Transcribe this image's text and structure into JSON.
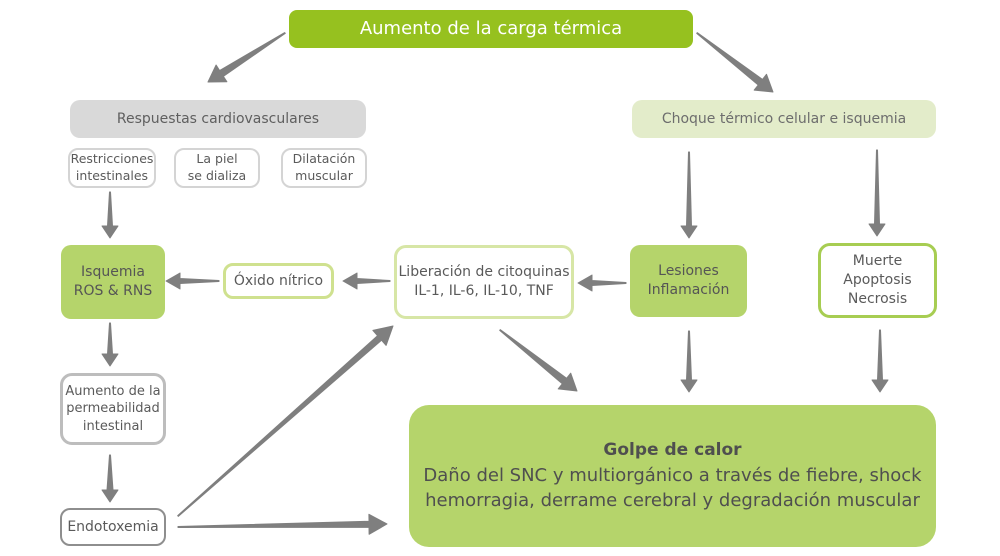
{
  "diagram": {
    "title_node": "Aumento de la carga térmica",
    "left_branch": {
      "header": "Respuestas cardiovasculares",
      "sub_nodes": [
        {
          "lines": [
            "Restricciones",
            "intestinales"
          ]
        },
        {
          "lines": [
            "La piel",
            "se dializa"
          ]
        },
        {
          "lines": [
            "Dilatación",
            "muscular"
          ]
        }
      ]
    },
    "right_branch": {
      "header": "Choque térmico celular e isquemia"
    },
    "nodes": {
      "isquemia": {
        "lines": [
          "Isquemia",
          "ROS & RNS"
        ]
      },
      "oxido": {
        "lines": [
          "Óxido nítrico"
        ]
      },
      "liberacion": {
        "lines": [
          "Liberación de citoquinas",
          "IL-1, IL-6, IL-10, TNF"
        ]
      },
      "lesiones": {
        "lines": [
          "Lesiones",
          "Inflamación"
        ]
      },
      "muerte": {
        "lines": [
          "Muerte",
          "Apoptosis",
          "Necrosis"
        ]
      },
      "permeabilidad": {
        "lines": [
          "Aumento de la",
          "permeabilidad",
          "intestinal"
        ]
      },
      "endotoxemia": {
        "lines": [
          "Endotoxemia"
        ]
      }
    },
    "outcome": {
      "title": "Golpe de calor",
      "lines": [
        "Daño del SNC y multiorgánico a través de fiebre, shock",
        "hemorragia, derrame cerebral y degradación muscular"
      ]
    },
    "edges": [
      {
        "from": "Aumento de la carga térmica",
        "to": "Respuestas cardiovasculares"
      },
      {
        "from": "Aumento de la carga térmica",
        "to": "Choque térmico celular e isquemia"
      },
      {
        "from": "Restricciones intestinales",
        "to": "Isquemia ROS & RNS"
      },
      {
        "from": "Isquemia ROS & RNS",
        "to": "Aumento de la permeabilidad intestinal"
      },
      {
        "from": "Aumento de la permeabilidad intestinal",
        "to": "Endotoxemia"
      },
      {
        "from": "Endotoxemia",
        "to": "Liberación de citoquinas"
      },
      {
        "from": "Endotoxemia",
        "to": "Golpe de calor"
      },
      {
        "from": "Óxido nítrico",
        "to": "Isquemia ROS & RNS"
      },
      {
        "from": "Liberación de citoquinas",
        "to": "Óxido nítrico"
      },
      {
        "from": "Lesiones Inflamación",
        "to": "Liberación de citoquinas"
      },
      {
        "from": "Liberación de citoquinas",
        "to": "Golpe de calor"
      },
      {
        "from": "Choque térmico celular e isquemia",
        "to": "Lesiones Inflamación"
      },
      {
        "from": "Choque térmico celular e isquemia",
        "to": "Muerte Apoptosis Necrosis"
      },
      {
        "from": "Lesiones Inflamación",
        "to": "Golpe de calor"
      },
      {
        "from": "Muerte Apoptosis Necrosis",
        "to": "Golpe de calor"
      }
    ],
    "colors": {
      "primary_green": "#96c11f",
      "mid_green": "#b5d46b",
      "pale_green": "#e3ecca",
      "grey_header": "#d9d9d9",
      "arrow_grey": "#7f7f7f"
    }
  }
}
